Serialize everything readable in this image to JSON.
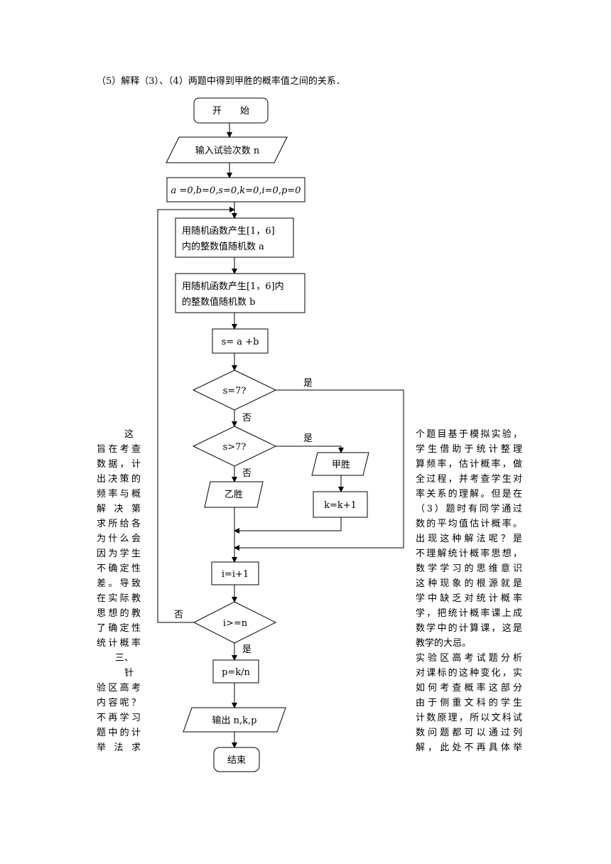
{
  "intro": "（5）解释（3）、（4）两题中得到甲胜的概率值之间的关系．",
  "flowchart": {
    "start": "开　　始",
    "input": "输入试验次数 n",
    "init": "a =0,b=0,s=0,k=0,i=0,p=0",
    "rand_a_line1": "用随机函数产生[1，6]",
    "rand_a_line2": "内的整数值随机数 a",
    "rand_b_line1": "用随机函数产生[1，6]内",
    "rand_b_line2": "的整数值随机数 b",
    "sum": "s= a +b",
    "cond1": "s=7?",
    "cond1_yes": "是",
    "cond1_no": "否",
    "cond2": "s>7?",
    "cond2_yes": "是",
    "cond2_no": "否",
    "jia": "甲胜",
    "yi": "乙胜",
    "k_inc": "k=k+1",
    "i_inc": "i=i+1",
    "cond3": "i>=n",
    "cond3_yes": "是",
    "cond3_no": "否",
    "p_calc": "p=k/n",
    "output": "输出 n,k,p",
    "end": "结束"
  },
  "left_column": [
    "　　　这",
    "旨在考查",
    "数据，计",
    "出决策的",
    "频率与概",
    "解 决 第",
    "求所给各",
    "为什么会",
    "因为学生",
    "不确定性",
    "差。导致",
    "在实际教",
    "思想的教",
    "了确定性",
    "统计概率",
    "　　三、",
    "　　　针",
    "验区高考",
    "内容呢？",
    "不再学习",
    "题中的计",
    "举 法 求"
  ],
  "right_column": [
    "个题目基于模拟实验，",
    "学生借助于统计整理",
    "算频率，估计概率，做",
    "全过程，并考查学生对",
    "率关系的理解。但是在",
    "（3）题时有同学通过",
    "数的平均值估计概率。",
    "出现这种解法呢？是",
    "不理解统计概率思想，",
    "数学学习的思维意识",
    "这种现象的根源就是",
    "学中缺乏对统计概率",
    "学，把统计概率课上成",
    "数学中的计算课，这是",
    "教学的大忌。",
    "实验区高考试题分析",
    "对课标的这种变化，实",
    "如何考查概率这部分",
    "由于侧重文科的学生",
    "计数原理，所以文科试",
    "数问题都可以通过列",
    "解，此处不再具体举"
  ]
}
